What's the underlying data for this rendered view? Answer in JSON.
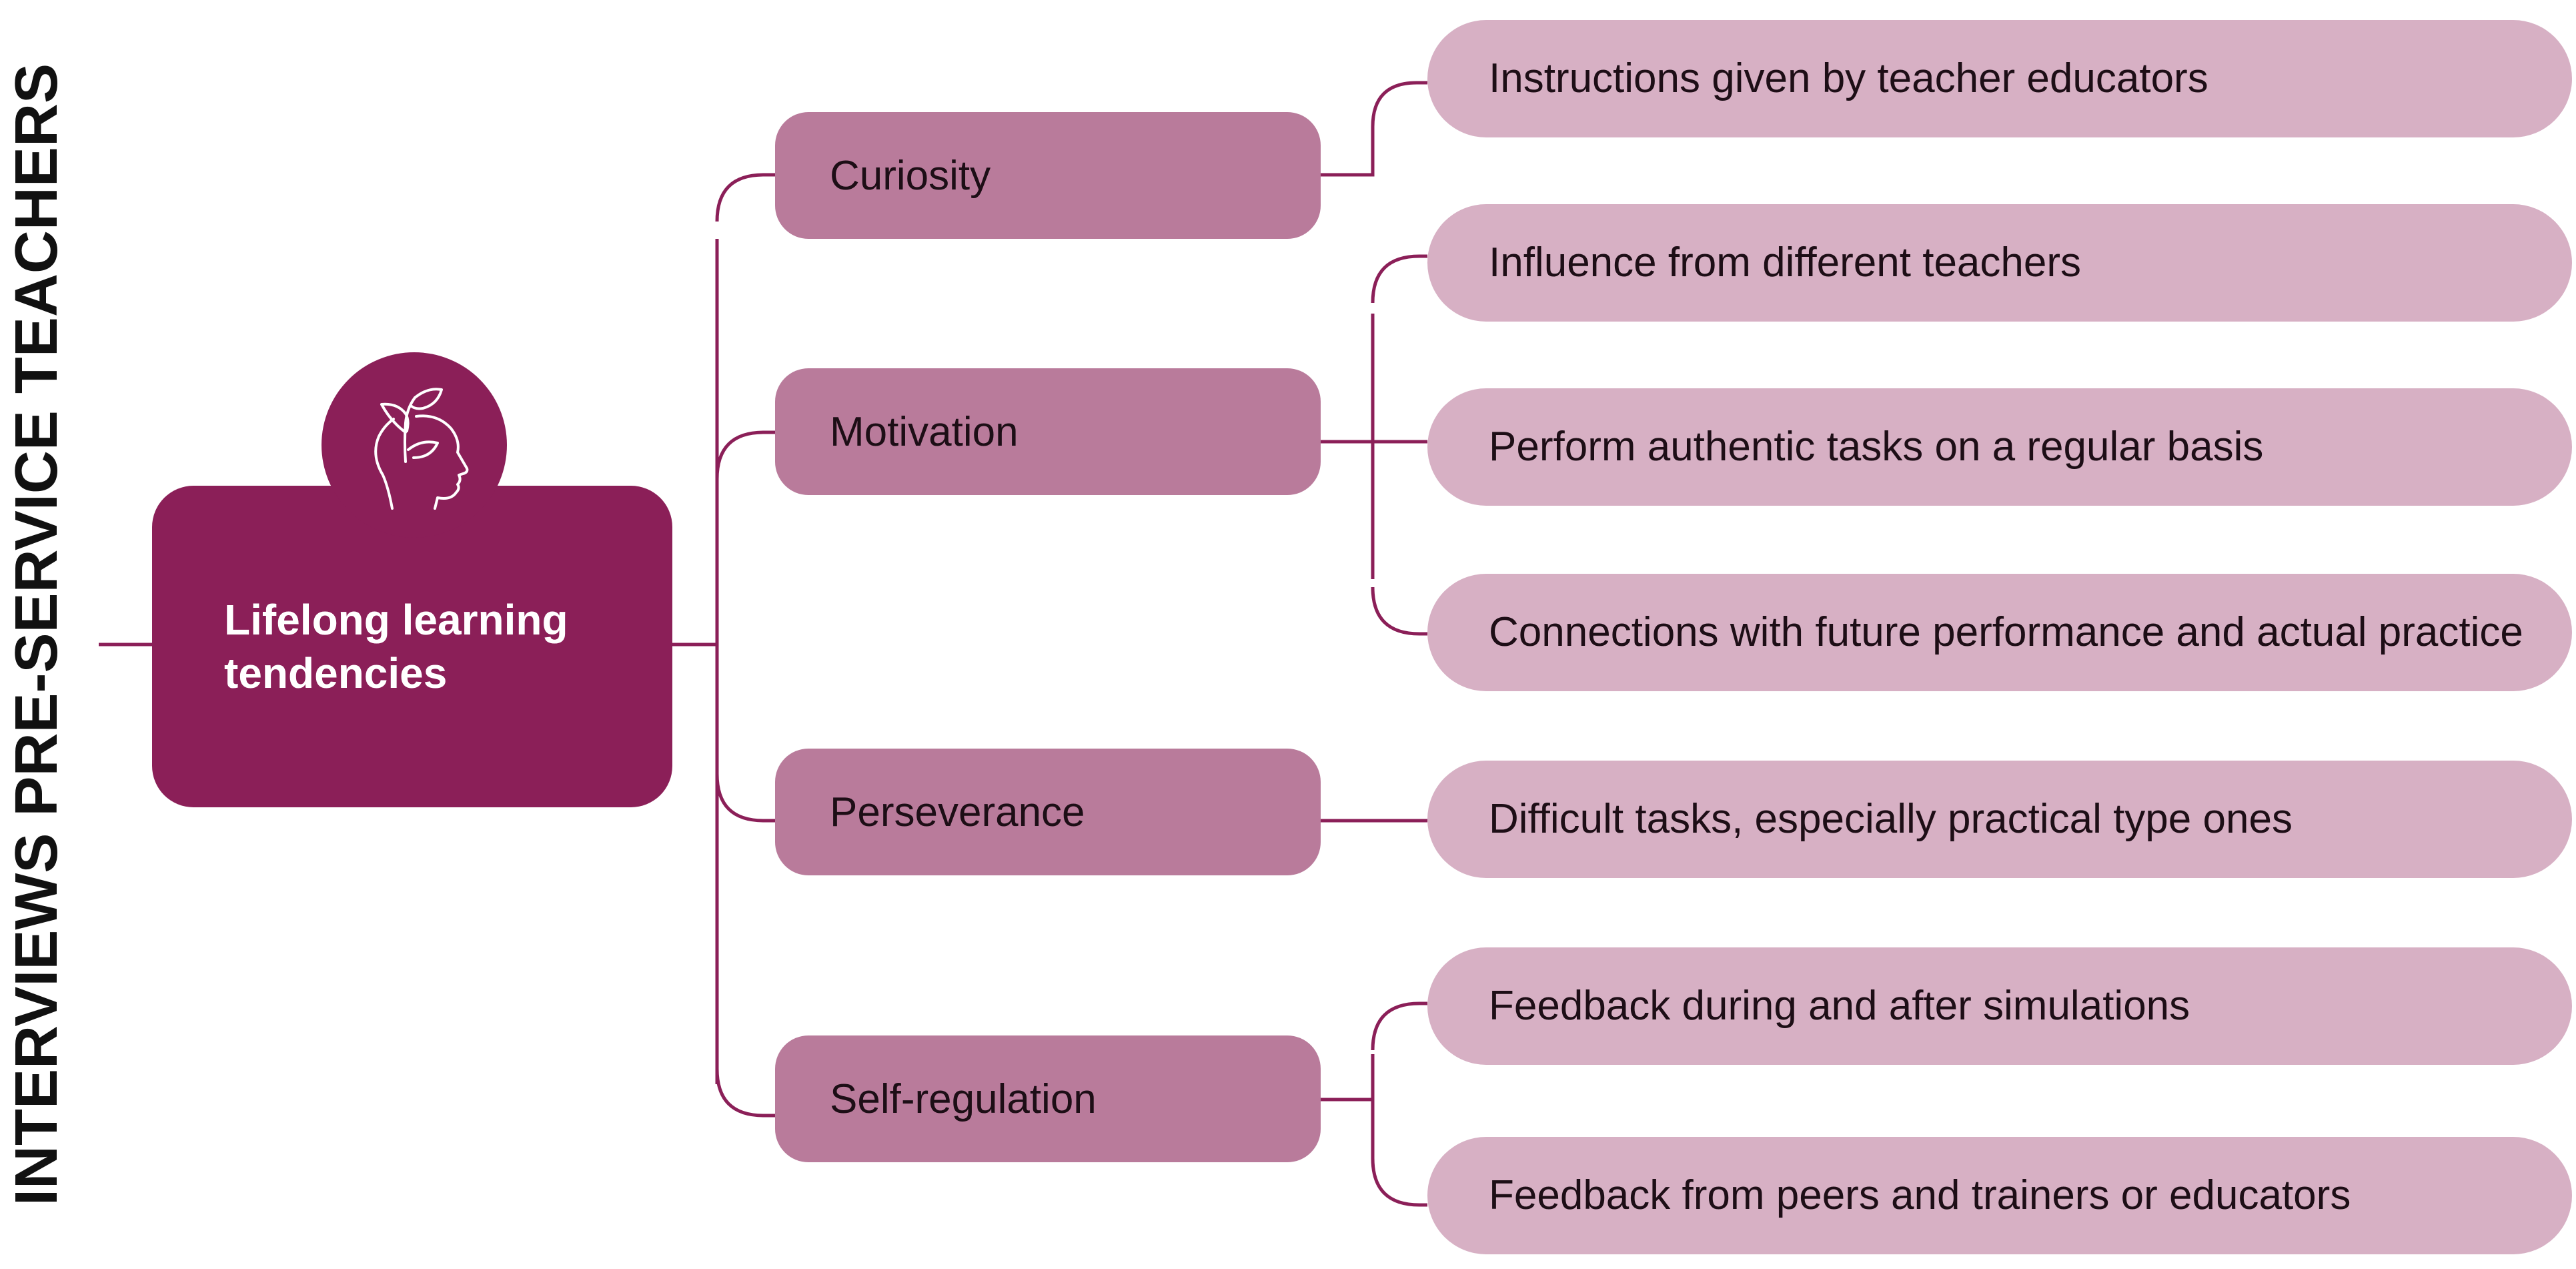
{
  "side_title": "INTERVIEWS PRE-SERVICE TEACHERS",
  "root": {
    "label": "Lifelong learning tendencies",
    "icon": "head-with-sprout-icon"
  },
  "categories": [
    {
      "label": "Curiosity"
    },
    {
      "label": "Motivation"
    },
    {
      "label": "Perseverance"
    },
    {
      "label": "Self-regulation"
    }
  ],
  "leaves": [
    {
      "label": "Instructions given by teacher educators",
      "category": "Curiosity"
    },
    {
      "label": "Influence from different teachers",
      "category": "Motivation"
    },
    {
      "label": "Perform authentic tasks on a regular basis",
      "category": "Motivation"
    },
    {
      "label": "Connections with future performance and actual practice",
      "category": "Motivation"
    },
    {
      "label": "Difficult tasks, especially practical type ones",
      "category": "Perseverance"
    },
    {
      "label": "Feedback during and after simulations",
      "category": "Self-regulation"
    },
    {
      "label": "Feedback from peers and trainers or educators",
      "category": "Self-regulation"
    }
  ],
  "colors": {
    "root": "#8b1f58",
    "category": "#b97b9b",
    "leaf": "#d7b0c4",
    "connector": "#8b1f58",
    "text_dark": "#1d0e16",
    "text_light": "#ffffff"
  }
}
